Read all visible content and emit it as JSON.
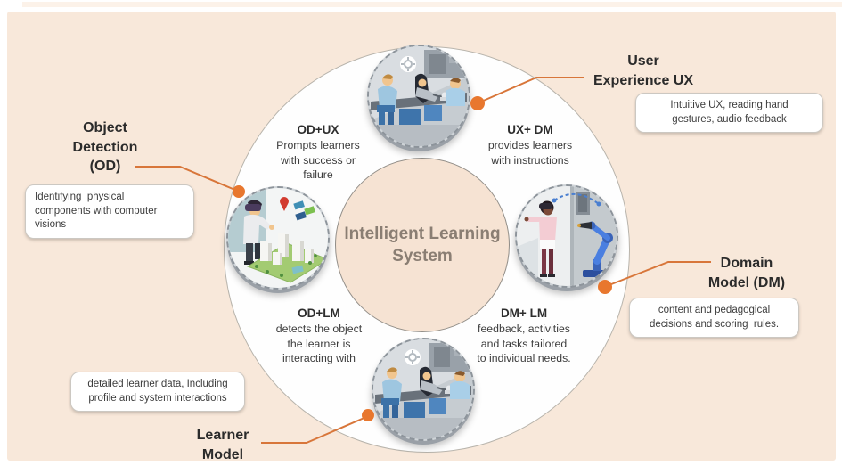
{
  "colors": {
    "panel_background": "#f8e8da",
    "accent_orange": "#e8772e",
    "title_text": "#8a7e73",
    "ring_fill": "#fefefe",
    "inner_circle_fill": "#f6e3d3"
  },
  "title": {
    "line1": "Intelligent Learning",
    "line2": "System"
  },
  "ring_segments": [
    {
      "id": "od_ux",
      "title": "OD+UX",
      "lines": [
        "Prompts learners",
        "with success or",
        "failure"
      ]
    },
    {
      "id": "ux_dm",
      "title": "UX+ DM",
      "lines": [
        "provides learners",
        "with instructions",
        ""
      ]
    },
    {
      "id": "od_lm",
      "title": "OD+LM",
      "lines": [
        "detects the object",
        "the learner is",
        "interacting with"
      ]
    },
    {
      "id": "dm_lm",
      "title": "DM+ LM",
      "lines": [
        "feedback, activities",
        "and tasks tailored",
        "to individual needs."
      ]
    }
  ],
  "components": {
    "object_detection": {
      "label_lines": [
        "Object",
        "Detection",
        "(OD)"
      ],
      "note_lines": [
        "Identifying  physical",
        "components with computer",
        "visions"
      ]
    },
    "user_experience": {
      "label_lines": [
        "User",
        "Experience UX"
      ],
      "note_lines": [
        "Intuitive UX, reading hand",
        "gestures, audio feedback"
      ]
    },
    "domain_model": {
      "label_lines": [
        "Domain",
        "Model (DM)"
      ],
      "note_lines": [
        "content and pedagogical",
        "decisions and scoring  rules."
      ]
    },
    "learner_model": {
      "label_lines": [
        "Learner",
        "Model"
      ],
      "note_lines": [
        "detailed learner data, Including",
        "profile and system interactions"
      ]
    }
  },
  "illustrations": [
    "lab-scene-learners-at-workbench",
    "vr-user-with-city-model",
    "vr-user-with-robot-arm",
    "lab-scene-learners-at-workbench"
  ]
}
